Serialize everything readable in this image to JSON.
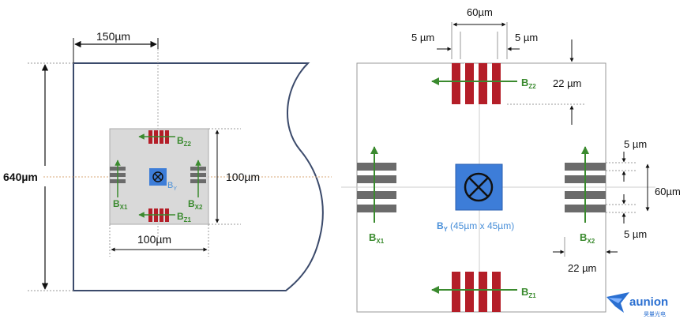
{
  "colors": {
    "magnet_red": "#b41e28",
    "magnet_gray": "#6b6b6b",
    "sensor_blue": "#3d7dd8",
    "field_green": "#3a8a2e",
    "outline_navy": "#3b4a6b",
    "chip_gray": "#d9d9d9",
    "logo_blue": "#2a6fd1"
  },
  "left_view": {
    "width_150": "150µm",
    "height_640": "640µm",
    "center_100_vertical": "100µm",
    "center_100_horizontal": "100µm",
    "label_bz2": "B",
    "label_bz2_sub": "Z2",
    "label_bz1": "B",
    "label_bz1_sub": "Z1",
    "label_bx1": "B",
    "label_bx1_sub": "X1",
    "label_bx2": "B",
    "label_bx2_sub": "X2",
    "label_by": "B",
    "label_by_sub": "Y"
  },
  "right_view": {
    "dim_60_top": "60µm",
    "dim_5_left": "5 µm",
    "dim_5_right": "5 µm",
    "dim_22_top": "22 µm",
    "dim_5_upper": "5 µm",
    "dim_60_side": "60µm",
    "dim_5_lower": "5 µm",
    "dim_22_bottom": "22 µm",
    "label_bz2": "B",
    "label_bz2_sub": "Z2",
    "label_bz1": "B",
    "label_bz1_sub": "Z1",
    "label_bx1": "B",
    "label_bx1_sub": "X1",
    "label_bx2": "B",
    "label_bx2_sub": "X2",
    "label_by": "B",
    "label_by_sub": "Y",
    "label_by_size": "(45µm x 45µm)"
  },
  "logo": {
    "brand": "aunion",
    "brand_cn": "昊量光电"
  }
}
